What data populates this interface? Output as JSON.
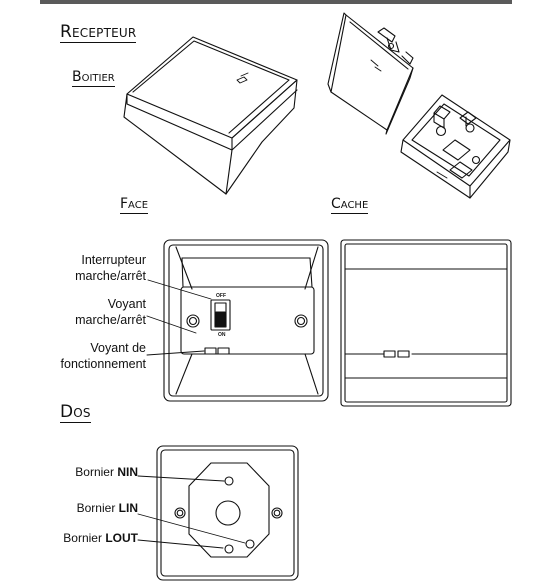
{
  "headings": {
    "recepteur": "Recepteur",
    "boitier": "Boitier",
    "face": "Face",
    "cache": "Cache",
    "dos": "Dos"
  },
  "face_labels": {
    "interrupteur_line1": "Interrupteur",
    "interrupteur_line2": "marche/arrêt",
    "voyant_line1": "Voyant",
    "voyant_line2": "marche/arrêt",
    "fonct_line1": "Voyant de",
    "fonct_line2": "fonctionnement",
    "switch_off": "OFF",
    "switch_on": "ON"
  },
  "dos_labels": {
    "nin_prefix": "Bornier ",
    "nin_bold": "NIN",
    "lin_prefix": "Bornier ",
    "lin_bold": "LIN",
    "lout_prefix": "Bornier ",
    "lout_bold": "LOUT"
  }
}
